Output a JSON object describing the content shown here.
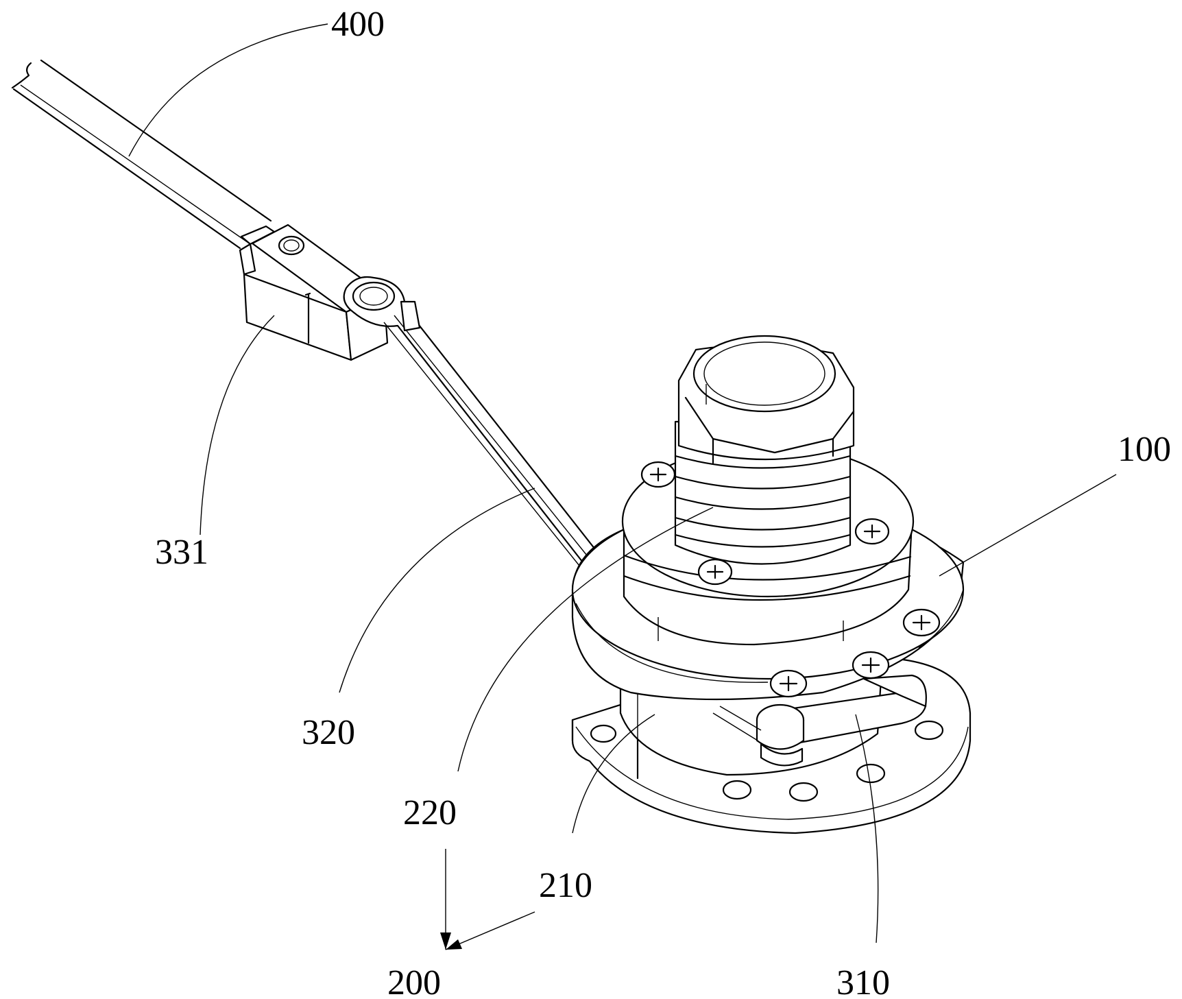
{
  "labels": {
    "cable": "400",
    "connector": "331",
    "lever_arm": "320",
    "mount_plate": "100",
    "nut": "220",
    "body": "210",
    "assembly": "200",
    "cam": "310"
  }
}
